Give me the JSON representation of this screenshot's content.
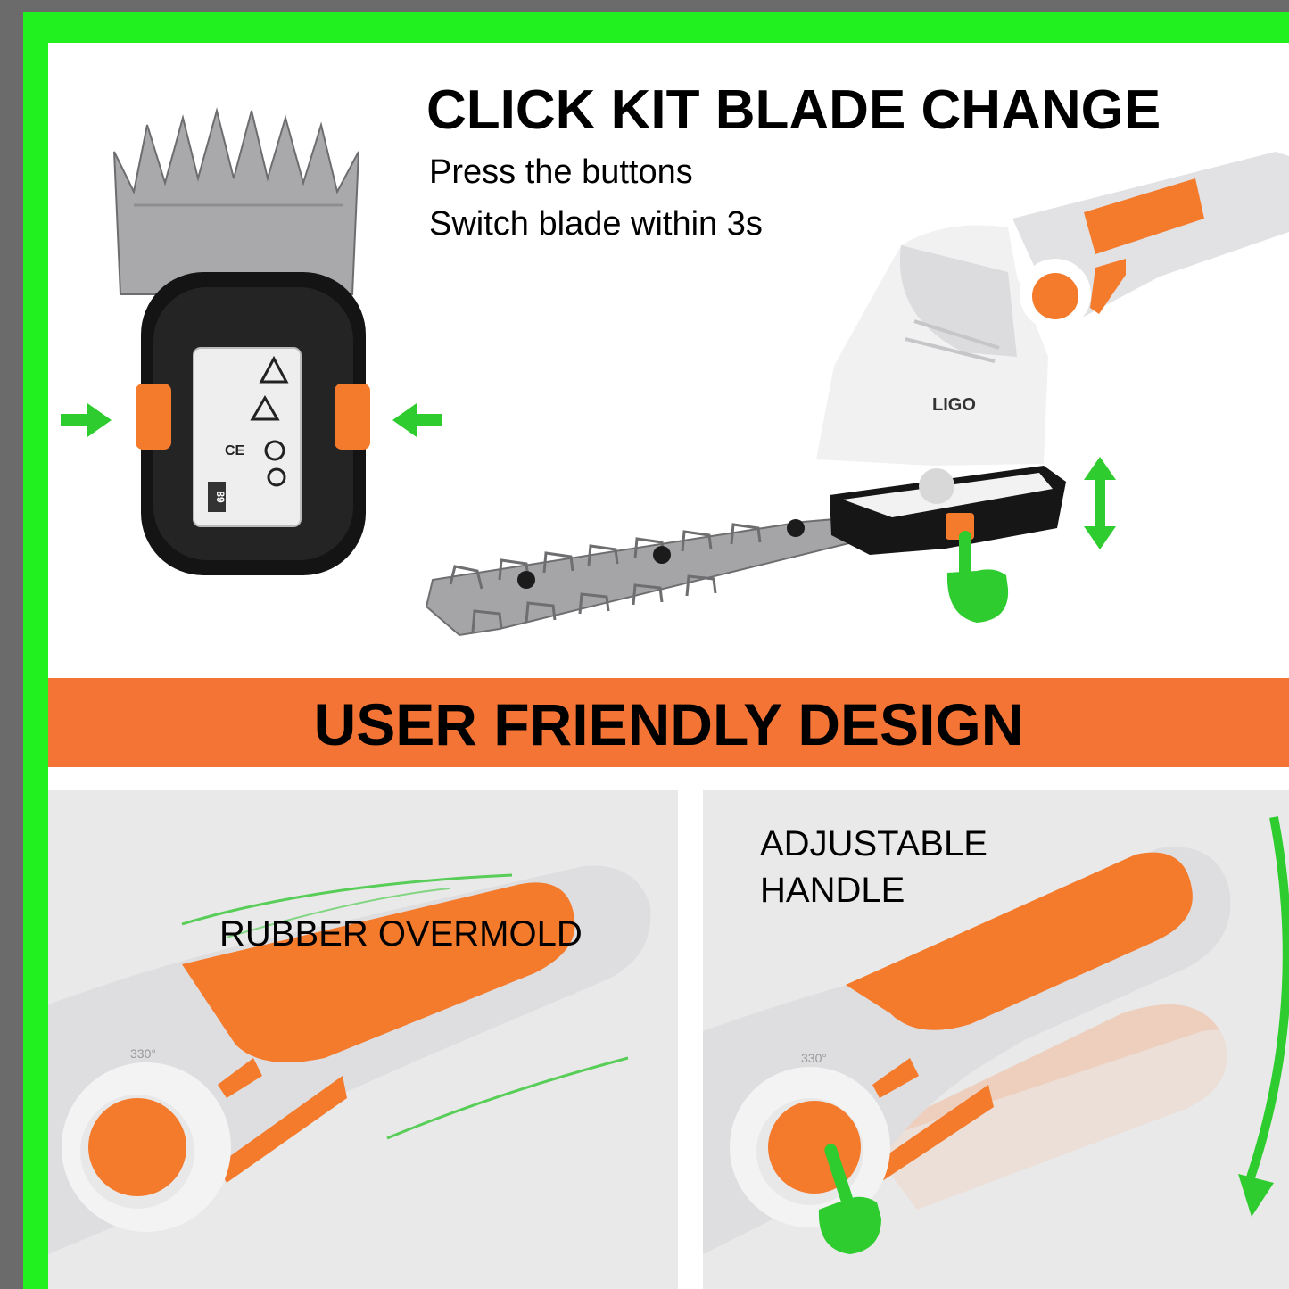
{
  "top_section": {
    "title": "CLICK KIT BLADE CHANGE",
    "line1": "Press the buttons",
    "line2": "Switch blade within 3s"
  },
  "brand_logo": "LIGO",
  "battery_label": "89",
  "banner": {
    "text": "USER FRIENDLY DESIGN"
  },
  "left_panel": {
    "label": "RUBBER OVERMOLD",
    "angle_marking": "330°"
  },
  "right_panel": {
    "label_line1": "ADJUSTABLE",
    "label_line2": "HANDLE",
    "angle_marking": "330°"
  },
  "colors": {
    "accent_green": "#21f21f",
    "arrow_green": "#2ecc2e",
    "banner_orange": "#f47435",
    "tool_orange": "#f47a2c",
    "tool_gray": "#e2e2e4",
    "panel_gray": "#e9e9e9",
    "frame_gray": "#6b6b6b"
  },
  "icons": [
    "arrow-right-icon",
    "arrow-left-icon",
    "double-arrow-vertical-icon",
    "hand-press-icon",
    "curved-arrow-down-icon"
  ]
}
